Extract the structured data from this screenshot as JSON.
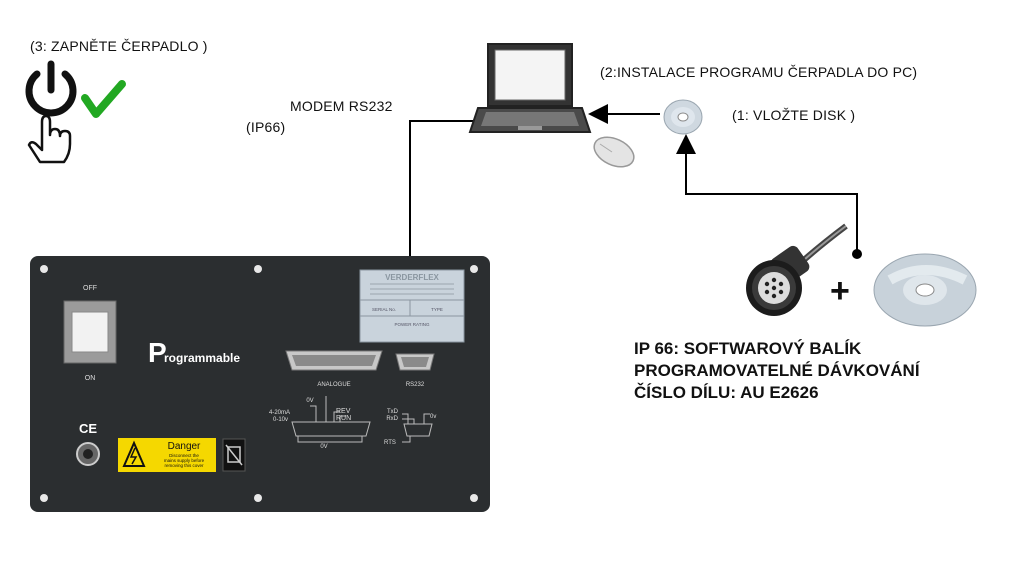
{
  "steps": {
    "step3": "(3: ZAPNĚTE ČERPADLO )",
    "step2": "(2:INSTALACE PROGRAMU ČERPADLA DO PC)",
    "step1": "(1: VLOŽTE DISK )"
  },
  "modem": {
    "title": "MODEM RS232",
    "rating": "(IP66)"
  },
  "package": {
    "line1": "IP 66: SOFTWAROVÝ BALÍK",
    "line2": "PROGRAMOVATELNÉ DÁVKOVÁNÍ",
    "line3": "ČÍSLO DÍLU: AU E2626",
    "plus": "+"
  },
  "panel": {
    "off": "OFF",
    "on": "ON",
    "brand_initial": "P",
    "brand_rest": "rogrammable",
    "analogue": "ANALOGUE",
    "rs232": "RS232",
    "ce": "CE",
    "danger": "Danger",
    "danger_text_1": "Disconnect the",
    "danger_text_2": "mains supply before",
    "danger_text_3": "removing this cover",
    "plate_brand": "VERDERFLEX",
    "plate_serial": "SERIAL No.",
    "plate_type": "TYPE",
    "plate_power": "POWER RATING",
    "io_0v_top": "0V",
    "io_420": "4-20mA",
    "io_010": "0-10v",
    "io_rev": "REV",
    "io_run": "RUN",
    "io_0v_bottom": "0V",
    "io_txd": "TxD",
    "io_rxd": "RxD",
    "io_0v_right": "0v",
    "io_rts": "RTS"
  },
  "icons": [
    "power-icon",
    "checkmark-icon",
    "hand-pointer-icon",
    "laptop-icon",
    "mouse-icon",
    "cd-icon",
    "connector-icon"
  ],
  "colors": {
    "panel": "#2b2e30",
    "check": "#22a822",
    "warning": "#f5d800",
    "line": "#000000"
  }
}
